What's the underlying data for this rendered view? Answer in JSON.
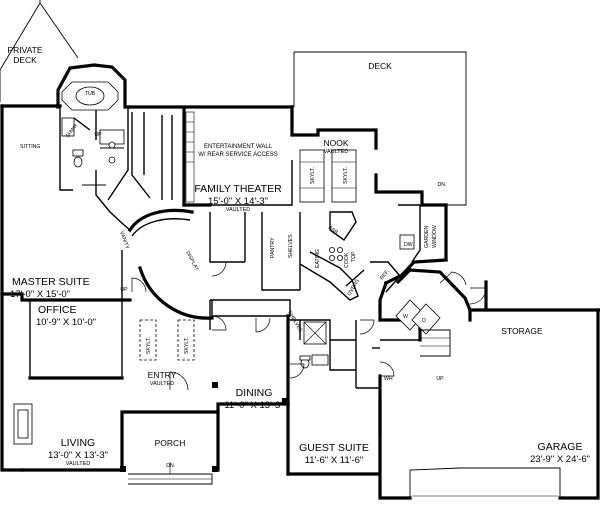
{
  "rooms": {
    "private_deck": [
      "PRIVATE",
      "DECK"
    ],
    "deck": "DECK",
    "tub": "TUB",
    "sitting": "SITTING",
    "shwr": "SHWR",
    "entertainment": [
      "ENTERTAINMENT WALL",
      "W/ REAR SERVICE ACCESS"
    ],
    "family_theater": {
      "name": "FAMILY THEATER",
      "dims": "15'-0\" X 14'-3\"",
      "note": "VAULTED"
    },
    "nook": {
      "name": "NOOK",
      "note": "VAULTED"
    },
    "master_suite": {
      "name": "MASTER SUITE",
      "dims": "17'-0\" X 15'-0\""
    },
    "office": {
      "name": "OFFICE",
      "dims": "10'-9\" X 10'-0\""
    },
    "entry": {
      "name": "ENTRY",
      "note": "VAULTED"
    },
    "dining": {
      "name": "DINING",
      "dims": "11'-0\" X 13'-3\""
    },
    "living": {
      "name": "LIVING",
      "dims": "13'-0\" X 13'-3\"",
      "note": "VAULTED"
    },
    "porch": "PORCH",
    "guest_suite": {
      "name": "GUEST SUITE",
      "dims": "11'-6\" X 11'-6\""
    },
    "garage": {
      "name": "GARAGE",
      "dims": "23'-9\" X 24'-6\""
    },
    "storage": "STORAGE"
  },
  "labels": {
    "up1": "UP",
    "up2": "UP",
    "up3": "UP",
    "dn1": "DN.",
    "dn2": "DN",
    "skylt": "SKYLT.",
    "vanity": "VANITY",
    "display": "DISPLAY",
    "pantry": "PANTRY",
    "shelves": "SHELVES",
    "eating": "EATING",
    "bar": "BAR",
    "cook_top": [
      "COOK",
      "TOP"
    ],
    "ovens": "OVENS",
    "ref": "REF.",
    "dw": "DW",
    "garden_window": [
      "GARDEN",
      "WINDOW"
    ],
    "wh": "WH",
    "w": "W",
    "d": "D"
  }
}
